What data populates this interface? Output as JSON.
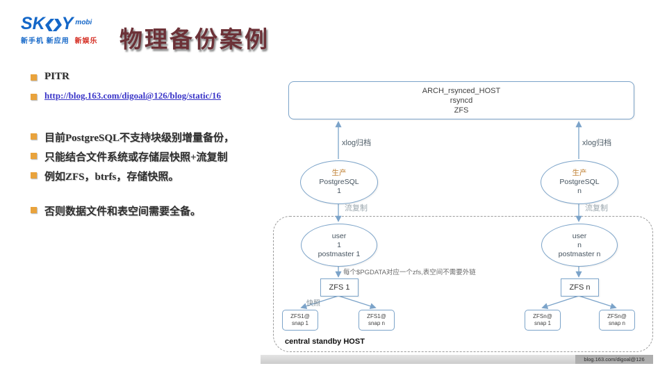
{
  "logo": {
    "brand_sk": "SK",
    "brand_y": "Y",
    "brand_mobi": "mobi",
    "tagline_blue": "新手机 新应用",
    "tagline_red": "新娱乐"
  },
  "title": "物理备份案例",
  "bullets": [
    {
      "label": "PITR"
    },
    {
      "label": "http://blog.163.com/digoal@126/blog/static/16"
    },
    {
      "label": "目前PostgreSQL不支持块级别增量备份，"
    },
    {
      "label": "只能结合文件系统或存储层快照+流复制"
    },
    {
      "label": "例如ZFS，btrfs，存储快照。"
    },
    {
      "label": "否则数据文件和表空间需要全备。"
    }
  ],
  "diagram": {
    "arch_host": {
      "line1": "ARCH_rsynced_HOST",
      "line2": "rsyncd",
      "line3": "ZFS"
    },
    "xlog_left": "xlog归档",
    "xlog_right": "xlog归档",
    "prod_left": {
      "line1": "生产",
      "line2": "PostgreSQL",
      "line3": "1"
    },
    "prod_right": {
      "line1": "生产",
      "line2": "PostgreSQL",
      "line3": "n"
    },
    "stream_left": "流复制",
    "stream_right": "流复制",
    "user_left": {
      "line1": "user",
      "line2": "1",
      "line3": "postmaster 1"
    },
    "user_right": {
      "line1": "user",
      "line2": "n",
      "line3": "postmaster n"
    },
    "note": "每个$PGDATA对应一个zfs,表空间不需要外链",
    "zfs_left": "ZFS 1",
    "zfs_right": "ZFS n",
    "snapshot_label": "快照",
    "snaps": [
      {
        "line1": "ZFS1@",
        "line2": "snap 1"
      },
      {
        "line1": "ZFS1@",
        "line2": "snap n"
      },
      {
        "line1": "ZFSn@",
        "line2": "snap 1"
      },
      {
        "line1": "ZFSn@",
        "line2": "snap n"
      }
    ],
    "container_label": "central standby HOST"
  },
  "footer": {
    "url": "blog.163.com/digoal@126"
  },
  "colors": {
    "diagram_blue": "#7ba3c9",
    "bullet_orange": "#e9a33c",
    "title_maroon": "#6c3137",
    "link_blue": "#3a35c8",
    "logo_blue": "#1467c8"
  }
}
